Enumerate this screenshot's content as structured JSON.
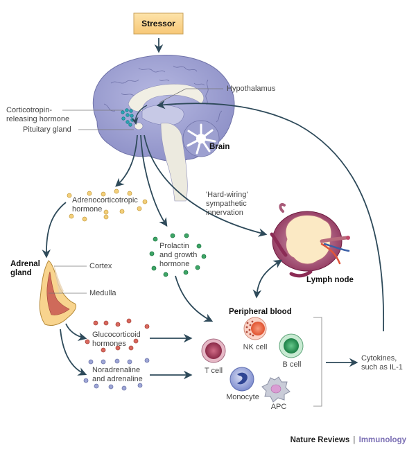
{
  "stressor": {
    "label": "Stressor"
  },
  "brain": {
    "title": "Brain",
    "labels": {
      "hypothalamus": "Hypothalamus",
      "crh_line1": "Corticotropin-",
      "crh_line2": "releasing hormone",
      "pituitary": "Pituitary gland"
    }
  },
  "hormones": {
    "acth": {
      "line1": "Adrenocorticotropic",
      "line2": "hormone"
    },
    "prolactin": {
      "line1": "Prolactin",
      "line2": "and growth",
      "line3": "hormone"
    },
    "glucocorticoid": {
      "line1": "Glucocorticoid",
      "line2": "hormones"
    },
    "noradrenaline": {
      "line1": "Noradrenaline",
      "line2": "and adrenaline"
    }
  },
  "innervation": {
    "line1": "'Hard-wiring'",
    "line2": "sympathetic",
    "line3": "innervation"
  },
  "adrenal": {
    "title_line1": "Adrenal",
    "title_line2": "gland",
    "cortex": "Cortex",
    "medulla": "Medulla"
  },
  "lymph_node": {
    "label": "Lymph node"
  },
  "peripheral_blood": {
    "title": "Peripheral blood",
    "cells": [
      {
        "name": "T cell",
        "color": "#a8405e"
      },
      {
        "name": "NK cell",
        "color": "#e8674a"
      },
      {
        "name": "B cell",
        "color": "#2f9a5c"
      },
      {
        "name": "Monocyte",
        "color": "#5b6fbf"
      },
      {
        "name": "APC",
        "color": "#c67cc0"
      }
    ]
  },
  "cytokines": {
    "line1": "Cytokines,",
    "line2": "such as IL-1"
  },
  "footer": {
    "journal": "Nature Reviews",
    "separator": "|",
    "subject": "Immunology"
  },
  "colors": {
    "arrow": "#2e4a5a",
    "brain": "#9c9fd0",
    "acth_dots": "#f3cf7a",
    "prolactin_dots": "#3ea566",
    "glucocorticoid_dots": "#d9685f",
    "noradrenaline_dots": "#9ea6d6",
    "crh_dots": "#2aa6b5",
    "stressor_box": "#fbd58e",
    "subject_text": "#7b6fb4"
  }
}
